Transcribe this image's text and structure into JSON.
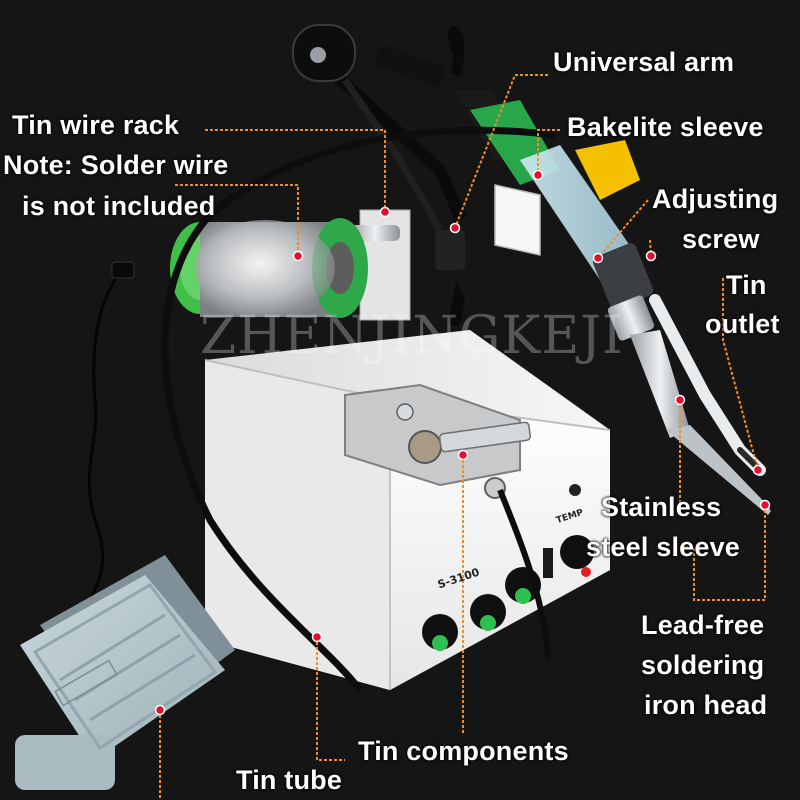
{
  "labels": {
    "universal_arm": "Universal arm",
    "tin_wire_rack": "Tin wire rack",
    "bakelite_sleeve": "Bakelite sleeve",
    "note_line1": "Note: Solder wire",
    "note_line2": "is not included",
    "adjusting_line1": "Adjusting",
    "adjusting_line2": "screw",
    "tin_outlet_line1": "Tin",
    "tin_outlet_line2": "outlet",
    "stainless_line1": "Stainless",
    "stainless_line2": "steel sleeve",
    "leadfree_line1": "Lead-free",
    "leadfree_line2": "soldering",
    "leadfree_line3": "iron head",
    "tin_components": "Tin components",
    "tin_tube": "Tin tube"
  },
  "watermark": "ZHENJINGKEJI",
  "device": {
    "model": "S-3100",
    "temp_label": "TEMP"
  },
  "colors": {
    "background": "#151515",
    "label_text": "#ffffff",
    "leader_line": "#f28c28",
    "marker_dot": "#e01030",
    "spool_rim": "#4cc94c",
    "knob_cap": "#f5c000",
    "body_panel": "#f2f2f2",
    "pedal": "#b8c8cf"
  }
}
